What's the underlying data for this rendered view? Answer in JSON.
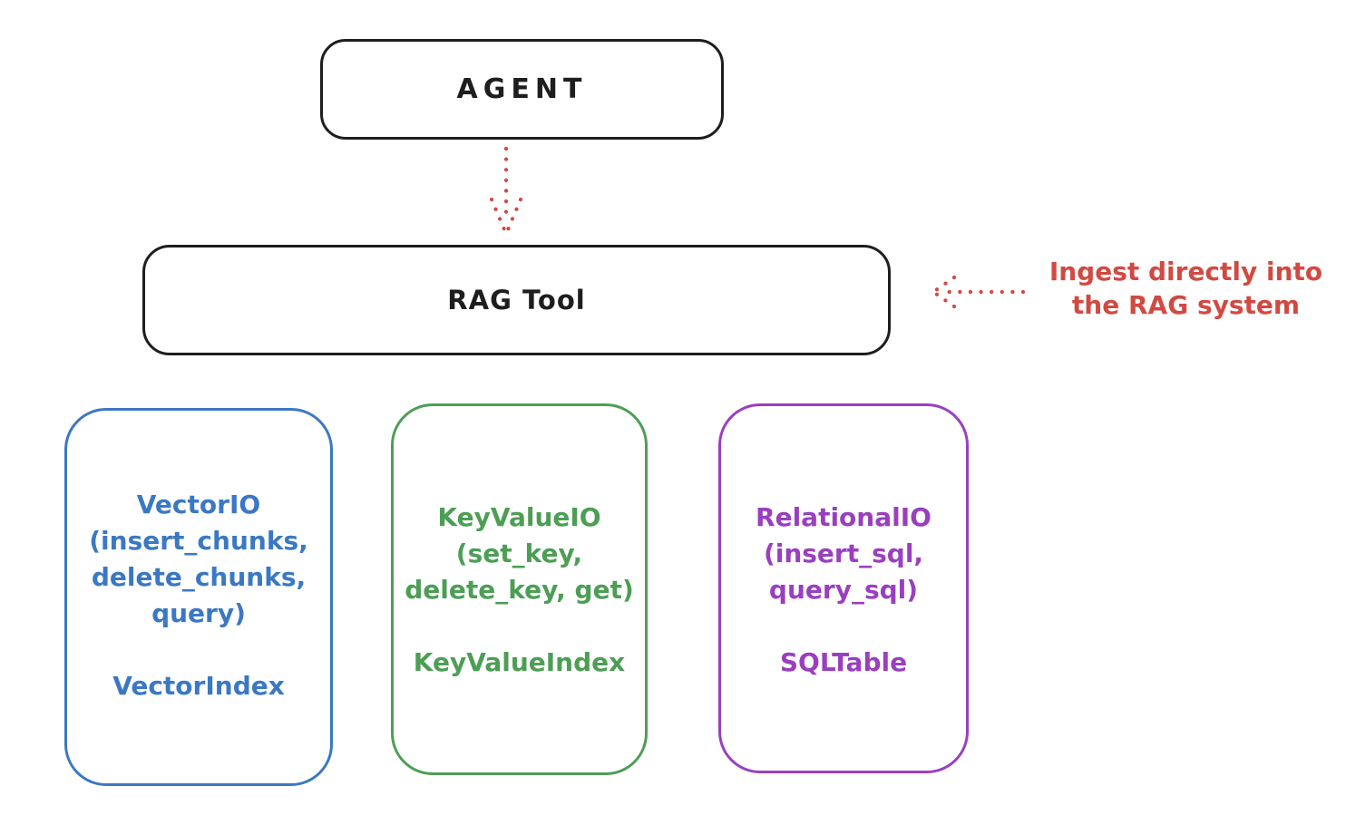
{
  "palette": {
    "ink": "#1e1e1e",
    "red": "#d14a42",
    "blue": "#3b78c4",
    "green": "#4d9e55",
    "purple": "#9a3fbf",
    "background": "#ffffff"
  },
  "agent_box": {
    "label": "AGENT"
  },
  "rag_box": {
    "label": "RAG Tool"
  },
  "ingest_annotation": {
    "text": "Ingest directly into\nthe RAG system"
  },
  "io_boxes": [
    {
      "name": "VectorIO",
      "methods": "(insert_chunks,\ndelete_chunks,\nquery)",
      "index": "VectorIndex",
      "color": "#3b78c4"
    },
    {
      "name": "KeyValueIO",
      "methods": "(set_key,\ndelete_key, get)",
      "index": "KeyValueIndex",
      "color": "#4d9e55"
    },
    {
      "name": "RelationalIO",
      "methods": "(insert_sql,\nquery_sql)",
      "index": "SQLTable",
      "color": "#9a3fbf"
    }
  ]
}
